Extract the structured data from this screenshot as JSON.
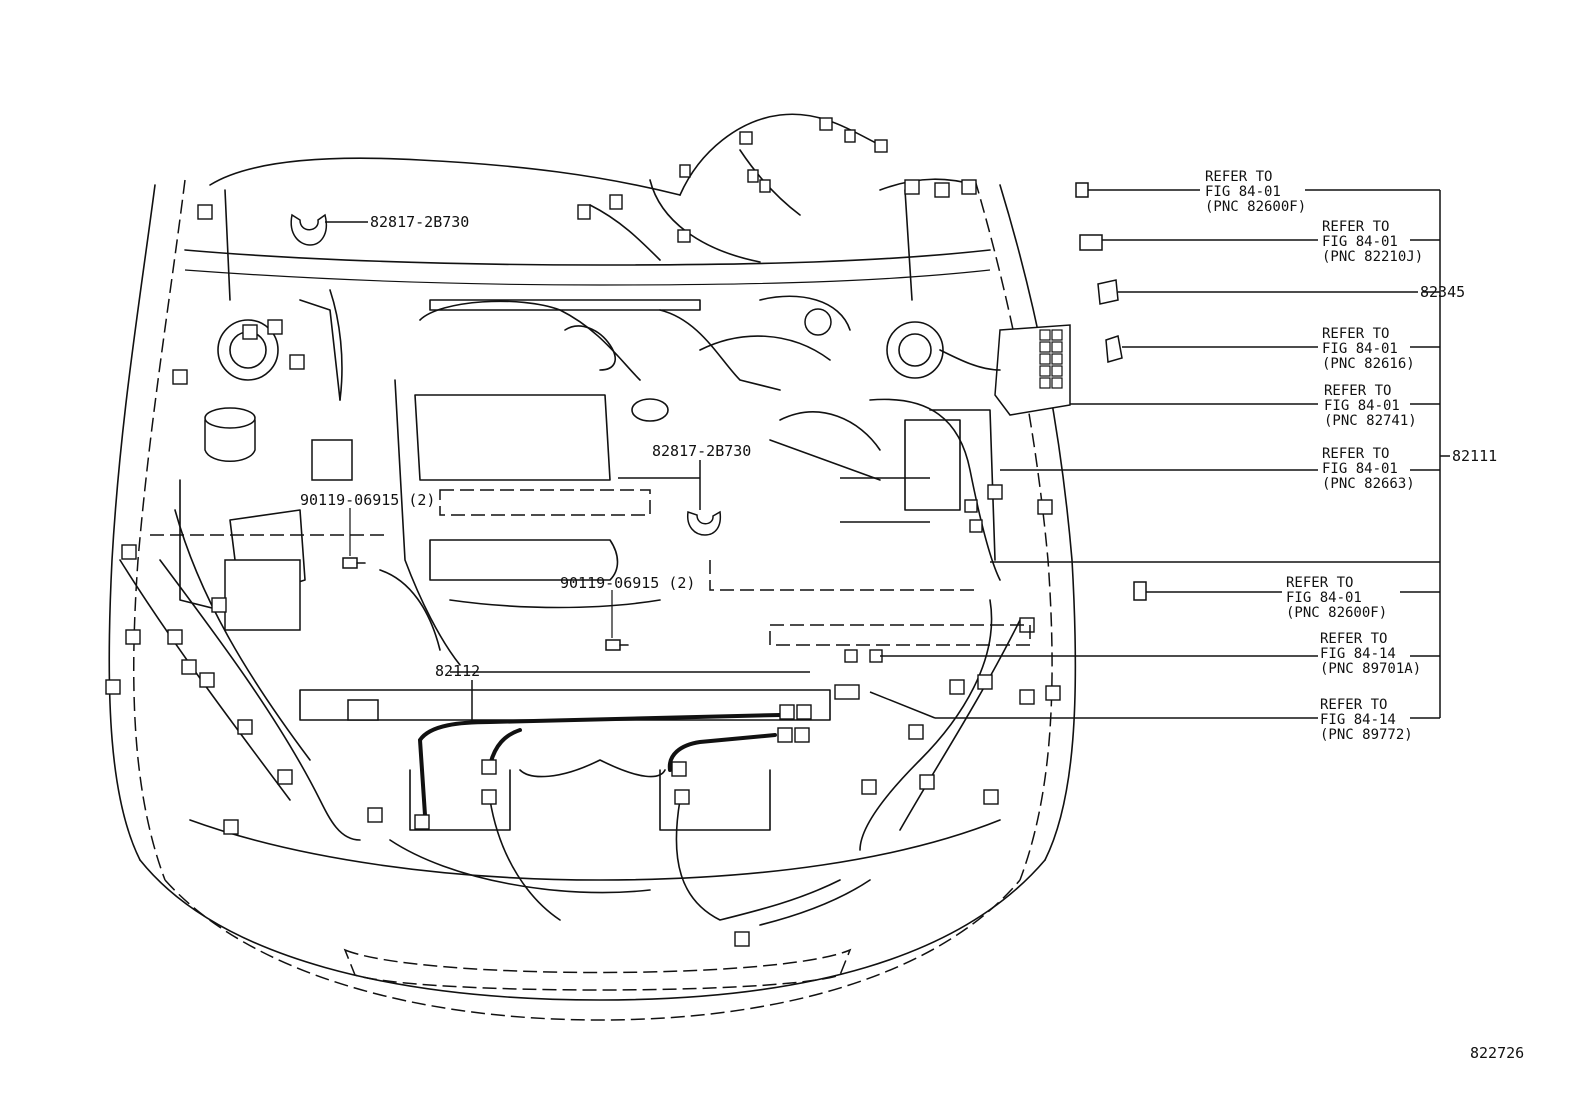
{
  "callouts": {
    "c1": [
      "REFER TO",
      "FIG 84-01",
      "(PNC 82600F)"
    ],
    "c2": [
      "REFER TO",
      "FIG 84-01",
      "(PNC 82210J)"
    ],
    "c3": [
      "REFER TO",
      "FIG 84-01",
      "(PNC 82616)"
    ],
    "c4": [
      "REFER TO",
      "FIG 84-01",
      "(PNC 82741)"
    ],
    "c5": [
      "REFER TO",
      "FIG 84-01",
      "(PNC 82663)"
    ],
    "c6": [
      "REFER TO",
      "FIG 84-01",
      "(PNC 82600F)"
    ],
    "c7": [
      "REFER TO",
      "FIG 84-14",
      "(PNC 89701A)"
    ],
    "c8": [
      "REFER TO",
      "FIG 84-14",
      "(PNC 89772)"
    ]
  },
  "parts": {
    "clamp_top": "82817-2B730",
    "clamp_mid": "82817-2B730",
    "bolt_left": "90119-06915 (2)",
    "bolt_mid": "90119-06915 (2)",
    "relay": "82345",
    "harness_main": "82111",
    "harness_sub": "82112"
  },
  "figure_id": "822726"
}
